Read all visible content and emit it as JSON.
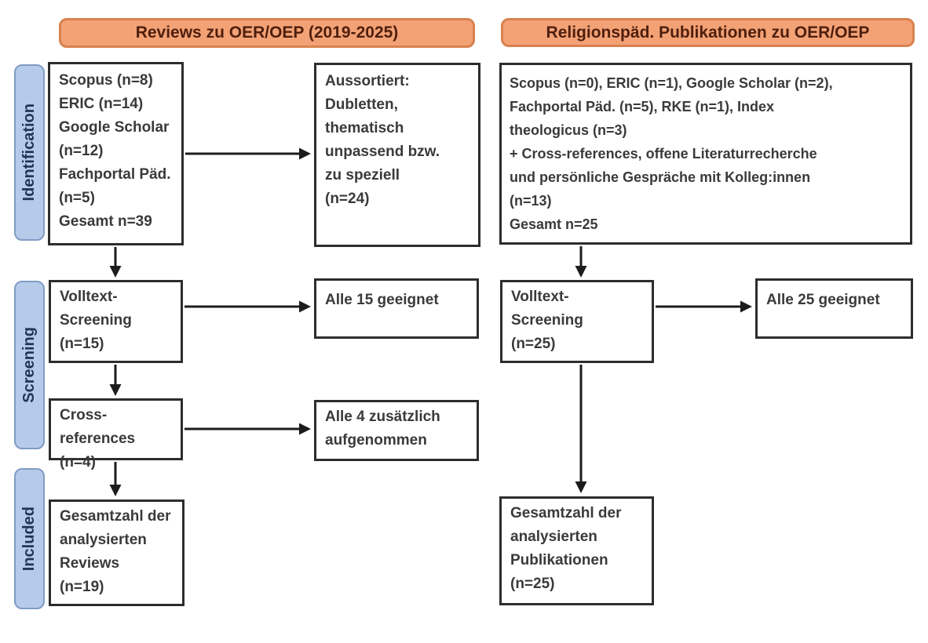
{
  "headers": {
    "left": "Reviews zu OER/OEP (2019-2025)",
    "right": "Religionspäd. Publikationen zu OER/OEP"
  },
  "stages": {
    "identification": "Identification",
    "screening": "Screening",
    "included": "Included"
  },
  "left_column": {
    "identification_box": "Scopus (n=8)\nERIC (n=14)\nGoogle Scholar\n(n=12)\nFachportal Päd.\n(n=5)\nGesamt n=39",
    "excluded_box": "Aussortiert:\nDubletten,\nthematisch\nunpassend bzw.\nzu speziell\n(n=24)",
    "screening_box": "Volltext-\nScreening\n(n=15)",
    "screening_result_box": "Alle 15 geeignet",
    "crossref_box": "Cross-references\n(n=4)",
    "crossref_result_box": "Alle 4 zusätzlich\naufgenommen",
    "included_box": "Gesamtzahl der\nanalysierten\nReviews\n(n=19)"
  },
  "right_column": {
    "identification_box": "Scopus (n=0), ERIC (n=1), Google Scholar (n=2),\nFachportal Päd. (n=5), RKE (n=1), Index\ntheologicus (n=3)\n+ Cross-references, offene Literaturrecherche\nund persönliche Gespräche mit Kolleg:innen\n(n=13)\nGesamt n=25",
    "screening_box": "Volltext-\nScreening\n(n=25)",
    "screening_result_box": "Alle 25 geeignet",
    "included_box": "Gesamtzahl der\nanalysierten\nPublikationen\n(n=25)"
  },
  "colors": {
    "header_fill": "#f3a276",
    "header_border": "#d8824f",
    "header_text": "#4f1f0d",
    "stage_fill": "#b6cbe9",
    "stage_border": "#7f9cc4",
    "stage_text": "#1f3656",
    "box_border": "#2d2d2d",
    "box_text": "#3a3a3a",
    "arrow": "#1c1c1c",
    "background": "#ffffff"
  }
}
